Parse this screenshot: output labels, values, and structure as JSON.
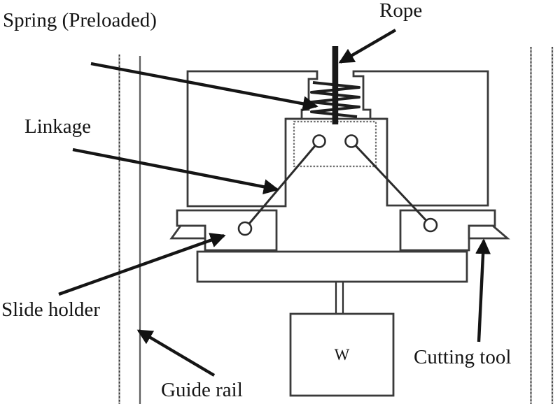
{
  "figure": {
    "background": "#ffffff",
    "ink": "#151515",
    "outline": "#3a3a3a",
    "rail_color": "#2e2e2e"
  },
  "labels": {
    "spring": "Spring (Preloaded)",
    "rope": "Rope",
    "linkage": "Linkage",
    "slide_holder": "Slide holder",
    "guide_rail": "Guide rail",
    "cutting_tool": "Cutting tool",
    "weight": "W"
  }
}
